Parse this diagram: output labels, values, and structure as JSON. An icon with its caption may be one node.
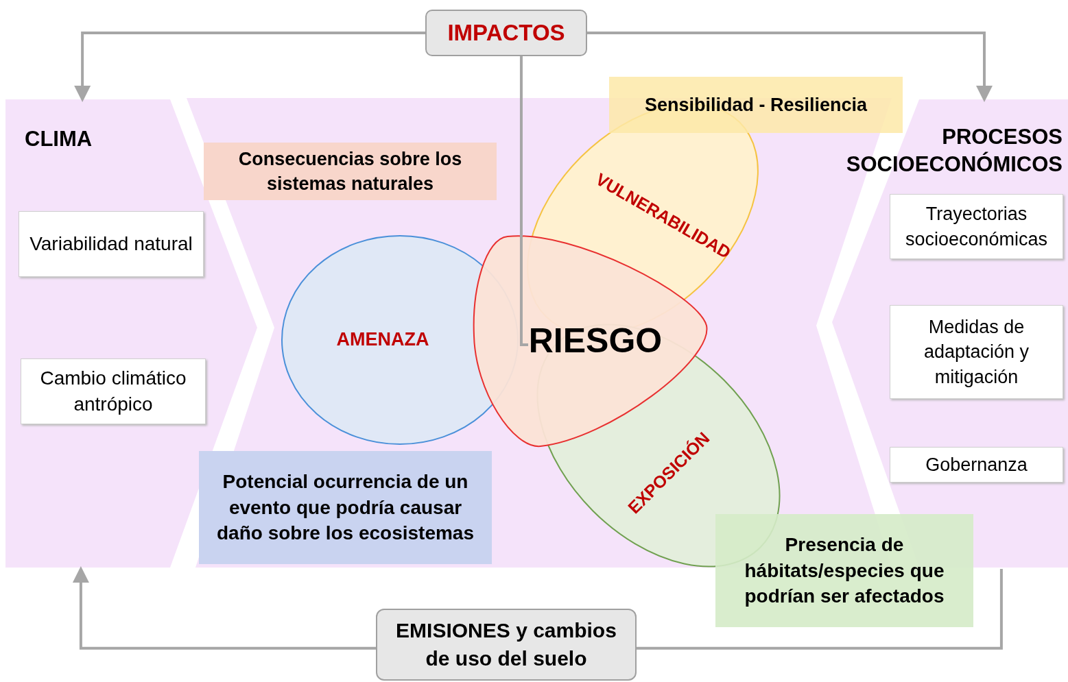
{
  "diagram": {
    "nodes": [
      {
        "text": [
          "IMPACTOS"
        ]
      },
      {
        "text": [
          "CLIMA"
        ]
      },
      {
        "text": [
          "Variabilidad natural"
        ],
        "in": 1
      },
      {
        "text": [
          "Cambio climático antrópico"
        ],
        "in": 1
      },
      {
        "text": [
          "Consecuencias sobre los sistemas naturales"
        ]
      },
      {
        "text": [
          "Sensibilidad - Resiliencia"
        ]
      },
      {
        "text": [
          "VULNERABILIDAD"
        ]
      },
      {
        "text": [
          "AMENAZA"
        ]
      },
      {
        "text": [
          "EXPOSICIÓN"
        ]
      },
      {
        "text": [
          "RIESGO"
        ]
      },
      {
        "text": [
          "Potencial ocurrencia de un evento que podría causar daño sobre los ecosistemas"
        ]
      },
      {
        "text": [
          "Presencia de hábitats/especies que podrían ser afectados"
        ]
      },
      {
        "text": [
          "PROCESOS SOCIOECONÓMICOS"
        ]
      },
      {
        "text": [
          "Trayectorias socioeconómicas"
        ],
        "in": 12
      },
      {
        "text": [
          "Medidas de adaptación y mitigación"
        ],
        "in": 12
      },
      {
        "text": [
          "Gobernanza"
        ],
        "in": 12
      },
      {
        "text": [
          "EMISIONES y cambios de uso del suelo"
        ]
      }
    ],
    "edges": [
      {
        "from": 0,
        "to": 1,
        "arrow": "to"
      },
      {
        "from": 0,
        "to": 12,
        "arrow": "to"
      },
      {
        "from": 0,
        "to": 9,
        "arrow": "none"
      },
      {
        "from": 16,
        "to": 1,
        "arrow": "to"
      },
      {
        "from": 12,
        "to": 16,
        "arrow": "none"
      }
    ]
  }
}
